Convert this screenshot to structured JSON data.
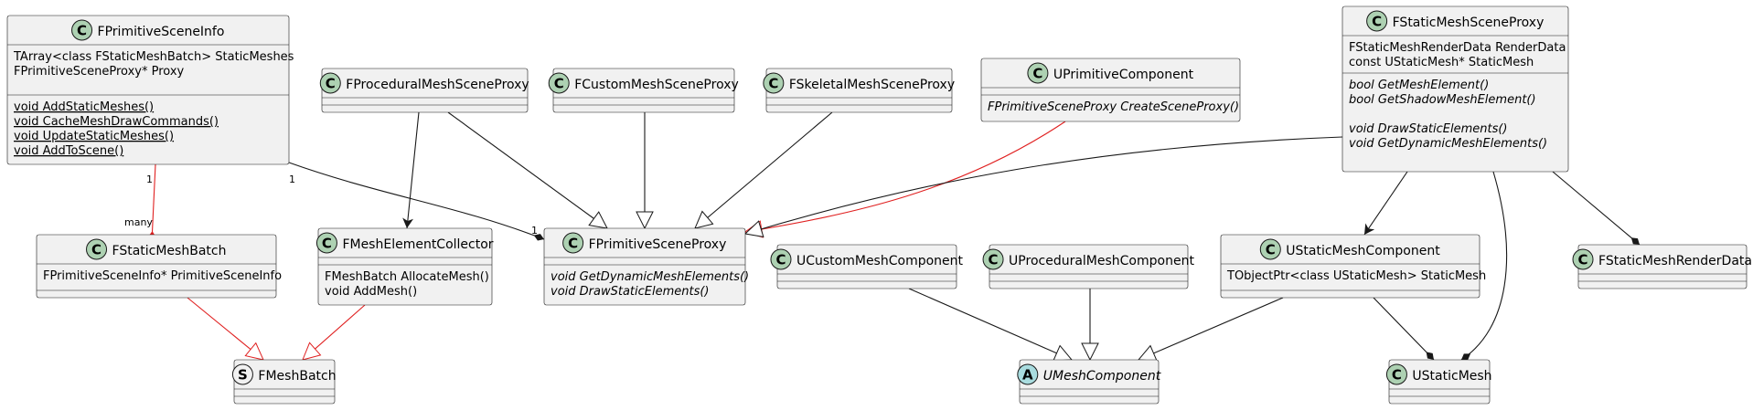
{
  "colors": {
    "class_badge": "#ADD1B2",
    "abstract_badge": "#A9DCDF",
    "struct_badge": "#F1F1F1",
    "box_fill": "#F1F1F1",
    "line": "#181818",
    "red_line": "#E02020"
  },
  "classes": {
    "FPrimitiveSceneInfo": {
      "stereotype": "C",
      "title": "FPrimitiveSceneInfo",
      "fields": [
        {
          "text": "TArray<class FStaticMeshBatch> StaticMeshes"
        },
        {
          "text": "FPrimitiveSceneProxy* Proxy"
        }
      ],
      "methods": [
        {
          "text": "void AddStaticMeshes()",
          "underline": true
        },
        {
          "text": "void CacheMeshDrawCommands()",
          "underline": true
        },
        {
          "text": "void UpdateStaticMeshes()",
          "underline": true
        },
        {
          "text": "void AddToScene()",
          "underline": true
        }
      ]
    },
    "FProceduralMeshSceneProxy": {
      "stereotype": "C",
      "title": "FProceduralMeshSceneProxy",
      "fields": [],
      "methods": []
    },
    "FCustomMeshSceneProxy": {
      "stereotype": "C",
      "title": "FCustomMeshSceneProxy",
      "fields": [],
      "methods": []
    },
    "FSkeletalMeshSceneProxy": {
      "stereotype": "C",
      "title": "FSkeletalMeshSceneProxy",
      "fields": [],
      "methods": []
    },
    "UPrimitiveComponent": {
      "stereotype": "C",
      "title": "UPrimitiveComponent",
      "fields": [],
      "methods": [
        {
          "text": "FPrimitiveSceneProxy CreateSceneProxy()",
          "italic": true
        }
      ]
    },
    "FStaticMeshSceneProxy": {
      "stereotype": "C",
      "title": "FStaticMeshSceneProxy",
      "fields": [
        {
          "text": "FStaticMeshRenderData RenderData"
        },
        {
          "text": "const UStaticMesh* StaticMesh"
        }
      ],
      "methods": [
        {
          "text": "bool GetMeshElement()",
          "italic": true
        },
        {
          "text": "bool GetShadowMeshElement()",
          "italic": true
        },
        {
          "text": ""
        },
        {
          "text": "void DrawStaticElements()",
          "italic": true
        },
        {
          "text": "void GetDynamicMeshElements()",
          "italic": true
        }
      ]
    },
    "FStaticMeshBatch": {
      "stereotype": "C",
      "title": "FStaticMeshBatch",
      "fields": [
        {
          "text": "FPrimitiveSceneInfo* PrimitiveSceneInfo"
        }
      ],
      "methods": []
    },
    "FMeshElementCollector": {
      "stereotype": "C",
      "title": "FMeshElementCollector",
      "fields": [],
      "methods": [
        {
          "text": "FMeshBatch AllocateMesh()"
        },
        {
          "text": "void AddMesh()"
        }
      ]
    },
    "FPrimitiveSceneProxy": {
      "stereotype": "C",
      "title": "FPrimitiveSceneProxy",
      "fields": [],
      "methods": [
        {
          "text": "void GetDynamicMeshElements()",
          "italic": true
        },
        {
          "text": "void DrawStaticElements()",
          "italic": true
        }
      ]
    },
    "UCustomMeshComponent": {
      "stereotype": "C",
      "title": "UCustomMeshComponent",
      "fields": [],
      "methods": []
    },
    "UProceduralMeshComponent": {
      "stereotype": "C",
      "title": "UProceduralMeshComponent",
      "fields": [],
      "methods": []
    },
    "UStaticMeshComponent": {
      "stereotype": "C",
      "title": "UStaticMeshComponent",
      "fields": [
        {
          "text": "TObjectPtr<class UStaticMesh> StaticMesh"
        }
      ],
      "methods": []
    },
    "FStaticMeshRenderData": {
      "stereotype": "C",
      "title": "FStaticMeshRenderData",
      "fields": [],
      "methods": []
    },
    "FMeshBatch": {
      "stereotype": "S",
      "title": "FMeshBatch",
      "fields": [],
      "methods": []
    },
    "UMeshComponent": {
      "stereotype": "A",
      "title": "UMeshComponent",
      "italic_title": true,
      "fields": [],
      "methods": []
    },
    "UStaticMesh": {
      "stereotype": "C",
      "title": "UStaticMesh",
      "fields": [],
      "methods": []
    }
  },
  "relations": [
    {
      "from": "FPrimitiveSceneInfo",
      "to": "FStaticMeshBatch",
      "kind": "composition",
      "color": "red",
      "from_mult": "1",
      "to_mult": "many"
    },
    {
      "from": "FPrimitiveSceneInfo",
      "to": "FPrimitiveSceneProxy",
      "kind": "composition",
      "from_mult": "1",
      "to_mult": "1"
    },
    {
      "from": "FProceduralMeshSceneProxy",
      "to": "FMeshElementCollector",
      "kind": "dependency"
    },
    {
      "from": "FProceduralMeshSceneProxy",
      "to": "FPrimitiveSceneProxy",
      "kind": "inheritance"
    },
    {
      "from": "FCustomMeshSceneProxy",
      "to": "FPrimitiveSceneProxy",
      "kind": "inheritance"
    },
    {
      "from": "FSkeletalMeshSceneProxy",
      "to": "FPrimitiveSceneProxy",
      "kind": "inheritance"
    },
    {
      "from": "UPrimitiveComponent",
      "to": "FPrimitiveSceneProxy",
      "kind": "inheritance",
      "color": "red"
    },
    {
      "from": "FStaticMeshSceneProxy",
      "to": "FPrimitiveSceneProxy",
      "kind": "inheritance"
    },
    {
      "from": "FStaticMeshSceneProxy",
      "to": "UStaticMeshComponent",
      "kind": "dependency"
    },
    {
      "from": "FStaticMeshSceneProxy",
      "to": "UStaticMesh",
      "kind": "composition"
    },
    {
      "from": "FStaticMeshSceneProxy",
      "to": "FStaticMeshRenderData",
      "kind": "composition"
    },
    {
      "from": "FStaticMeshBatch",
      "to": "FMeshBatch",
      "kind": "inheritance",
      "color": "red"
    },
    {
      "from": "FMeshElementCollector",
      "to": "FMeshBatch",
      "kind": "inheritance",
      "color": "red"
    },
    {
      "from": "UCustomMeshComponent",
      "to": "UMeshComponent",
      "kind": "inheritance"
    },
    {
      "from": "UProceduralMeshComponent",
      "to": "UMeshComponent",
      "kind": "inheritance"
    },
    {
      "from": "UStaticMeshComponent",
      "to": "UMeshComponent",
      "kind": "inheritance"
    },
    {
      "from": "UStaticMeshComponent",
      "to": "UStaticMesh",
      "kind": "composition"
    }
  ]
}
